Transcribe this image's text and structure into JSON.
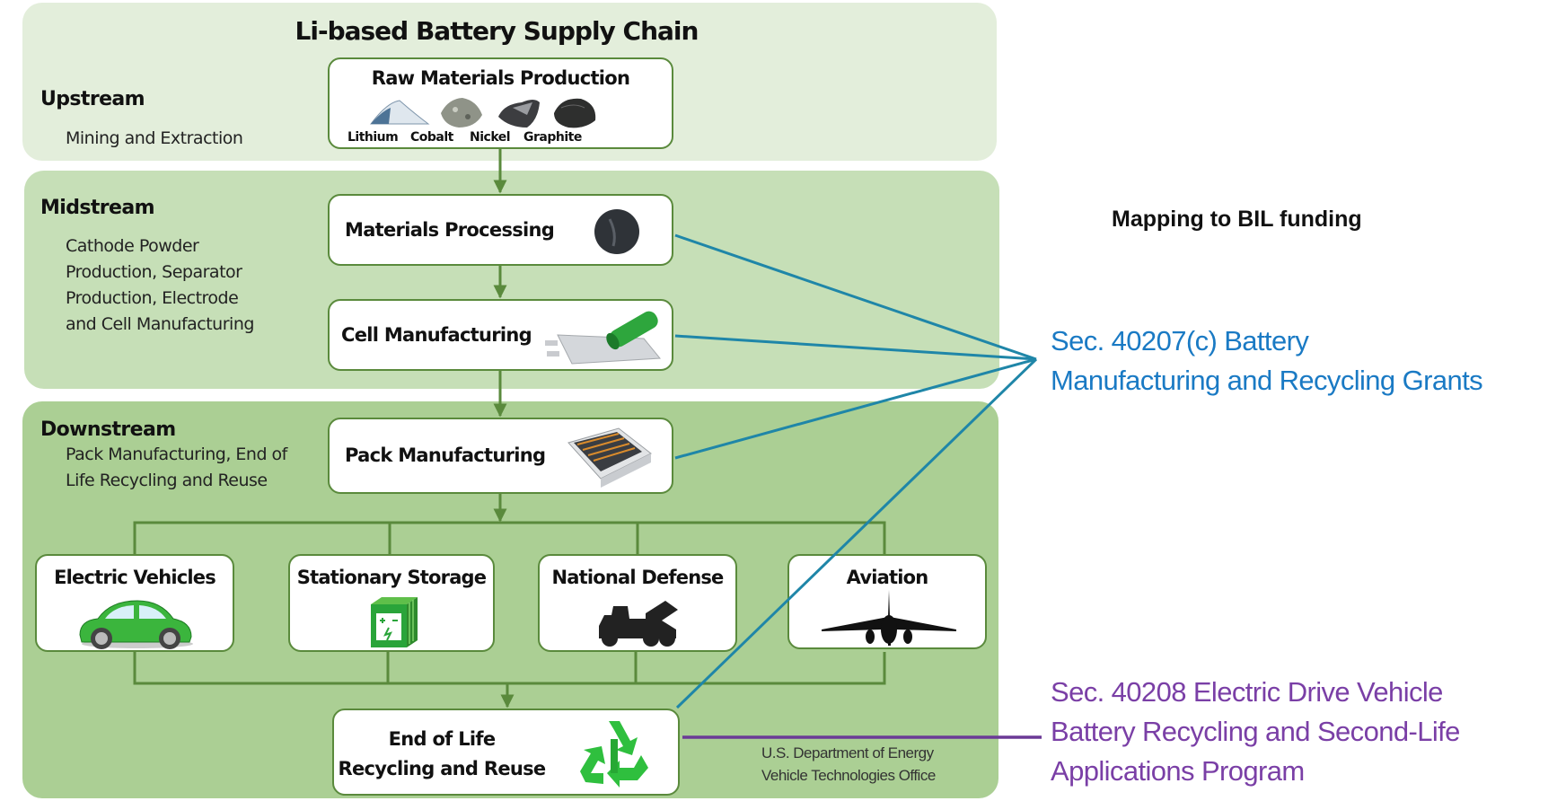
{
  "diagram": {
    "title": "Li-based Battery Supply Chain",
    "stages": [
      {
        "name": "Upstream",
        "description_lines": [
          "Mining and Extraction"
        ]
      },
      {
        "name": "Midstream",
        "description_lines": [
          "Cathode Powder",
          "Production, Separator",
          "Production, Electrode",
          "and Cell Manufacturing"
        ]
      },
      {
        "name": "Downstream",
        "description_lines": [
          "Pack Manufacturing, End of",
          "Life Recycling and Reuse"
        ]
      }
    ],
    "raw_materials": {
      "label": "Raw Materials Production",
      "minerals": [
        "Lithium",
        "Cobalt",
        "Nickel",
        "Graphite"
      ]
    },
    "steps": {
      "materials_processing": "Materials Processing",
      "cell_manufacturing": "Cell Manufacturing",
      "pack_manufacturing": "Pack Manufacturing",
      "end_of_life_line1": "End of Life",
      "end_of_life_line2": "Recycling and Reuse"
    },
    "applications": [
      "Electric Vehicles",
      "Stationary Storage",
      "National Defense",
      "Aviation"
    ],
    "credit_lines": [
      "U.S. Department of Energy",
      "Vehicle Technologies Office"
    ]
  },
  "mapping": {
    "title": "Mapping to BIL funding",
    "programs": [
      {
        "lines": [
          "Sec. 40207(c) Battery",
          "Manufacturing and Recycling Grants"
        ],
        "color": "#1a7ac4",
        "maps_from": [
          "Materials Processing",
          "Cell Manufacturing",
          "Pack Manufacturing",
          "End of Life Recycling and Reuse"
        ]
      },
      {
        "lines": [
          "Sec. 40208 Electric Drive Vehicle",
          "Battery Recycling and Second-Life",
          "Applications Program"
        ],
        "color": "#7a3fa6",
        "maps_from": [
          "End of Life Recycling and Reuse"
        ]
      }
    ]
  },
  "colors": {
    "upstream_bg": "#e3eedb",
    "midstream_bg": "#c6dfb7",
    "downstream_bg": "#abcf94",
    "flow_line": "#5a8a3c",
    "link_blue": "#1f86a8",
    "link_purple": "#6b3a96"
  }
}
